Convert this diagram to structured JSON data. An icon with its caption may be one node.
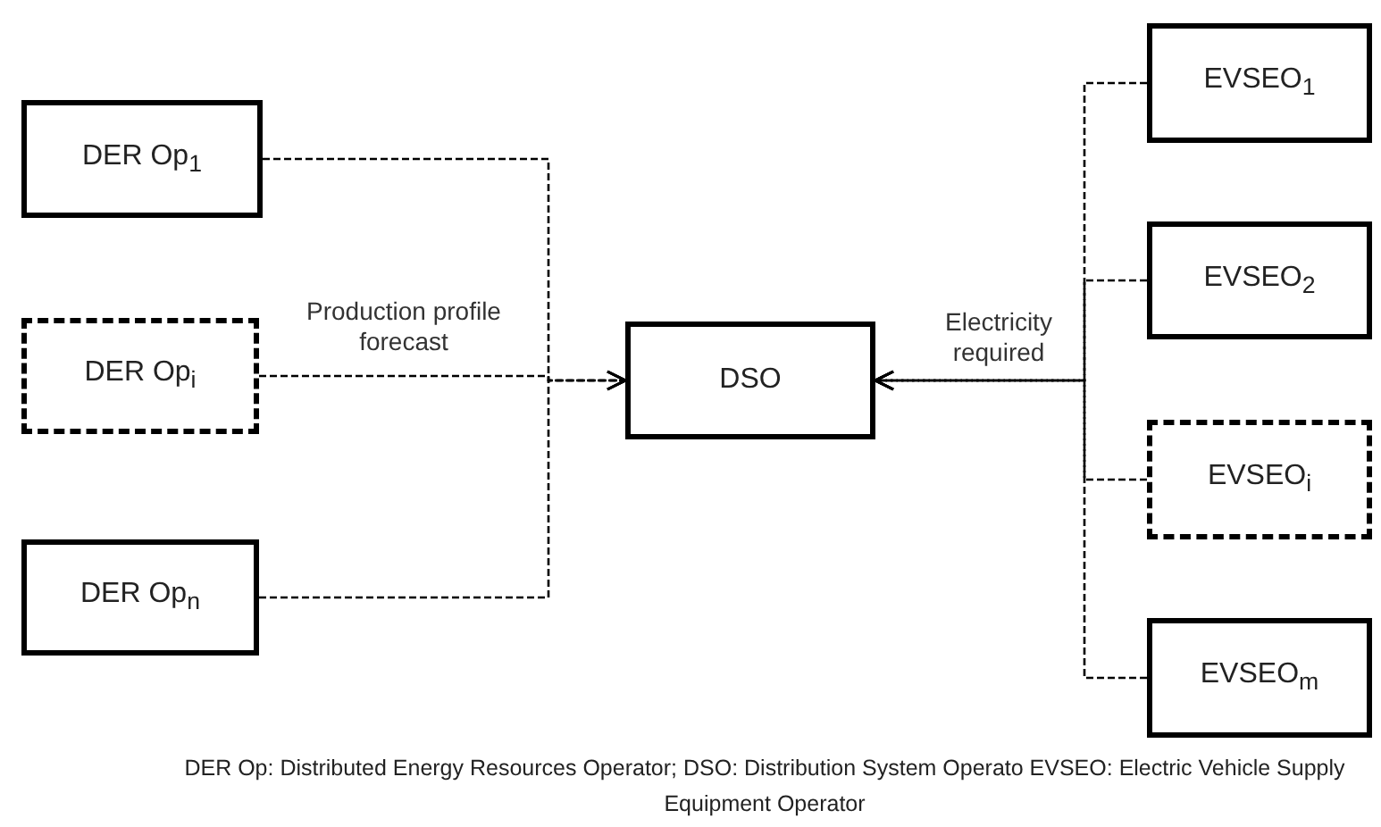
{
  "diagram": {
    "nodes": [
      {
        "text": [
          "DER Op$_{1}$"
        ]
      },
      {
        "text": [
          "DER Op$_{i}$"
        ]
      },
      {
        "text": [
          "DER Op$_{n}$"
        ]
      },
      {
        "text": [
          "DSO"
        ]
      },
      {
        "text": [
          "EVSEO$_{1}$"
        ]
      },
      {
        "text": [
          "EVSEO$_{2}$"
        ]
      },
      {
        "text": [
          "EVSEO$_{i}$"
        ]
      },
      {
        "text": [
          "EVSEO$_{m}$"
        ]
      }
    ],
    "edges": [
      {
        "from": 0,
        "to": 3,
        "arrow": "to",
        "style": "dashed"
      },
      {
        "from": 1,
        "to": 3,
        "arrow": "to",
        "style": "dashed",
        "label": "Production profile forecast"
      },
      {
        "from": 2,
        "to": 3,
        "arrow": "to",
        "style": "dashed"
      },
      {
        "from": 4,
        "to": 3,
        "arrow": "to",
        "style": "dashed",
        "label": "Electricity required"
      },
      {
        "from": 5,
        "to": 3,
        "arrow": "to",
        "style": "dashed"
      },
      {
        "from": 6,
        "to": 3,
        "arrow": "to",
        "style": "dashed"
      },
      {
        "from": 7,
        "to": 3,
        "arrow": "to",
        "style": "dashed"
      }
    ],
    "caption": "DER Op: Distributed Energy Resources Operator; DSO: Distribution System Operato EVSEO: Electric Vehicle Supply Equipment Operator"
  }
}
